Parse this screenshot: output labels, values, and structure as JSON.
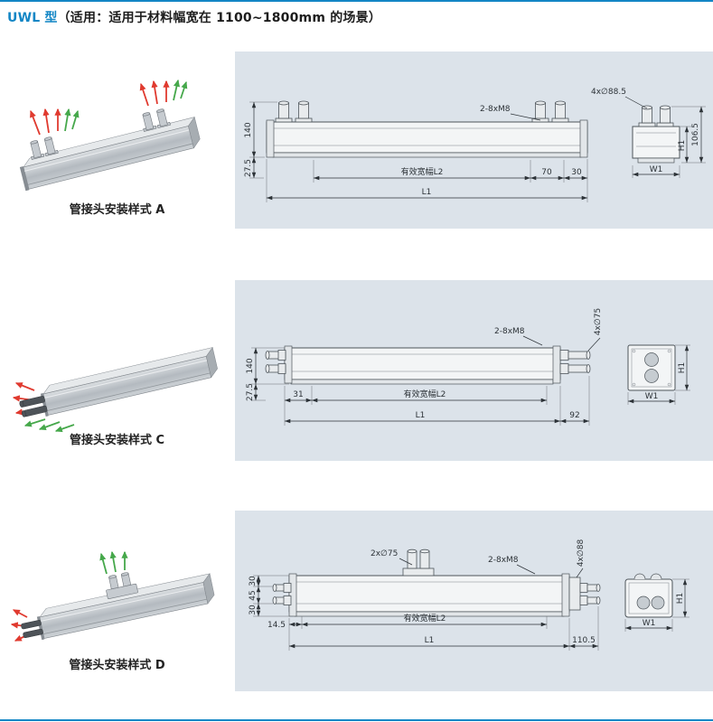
{
  "page": {
    "title_model": "UWL 型",
    "title_desc": "（适用：适用于材料幅宽在 1100~1800mm 的场景）",
    "colors": {
      "accent_blue": "#1386c5",
      "panel_background": "#dce3ea",
      "airflow_out_red": "#e03a2f",
      "airflow_in_green": "#46a84b"
    }
  },
  "rows": [
    {
      "id": "A",
      "caption": "管接头安装样式 A",
      "front": {
        "thread_label": "2-8xM8",
        "dim_height": "140",
        "dim_flange": "27.5",
        "dim_effective": "有效宽幅L2",
        "dim_end1": "70",
        "dim_end2": "30",
        "dim_total": "L1"
      },
      "side": {
        "hole_label": "4x∅88.5",
        "dim_total_h": "106.5",
        "dim_h1": "H1",
        "dim_w1": "W1"
      }
    },
    {
      "id": "C",
      "caption": "管接头安装样式 C",
      "front": {
        "thread_label": "2-8xM8",
        "hole_label": "4x∅75",
        "dim_height": "140",
        "dim_inset": "31",
        "dim_flange": "27.5",
        "dim_effective": "有效宽幅L2",
        "dim_total": "L1",
        "dim_end": "92"
      },
      "side": {
        "dim_h1": "H1",
        "dim_w1": "W1"
      }
    },
    {
      "id": "D",
      "caption": "管接头安装样式 D",
      "front": {
        "center_label": "2x∅75",
        "thread_label": "2-8xM8",
        "hole_label": "4x∅88",
        "dim_top": "30",
        "dim_mid": "45",
        "dim_low": "30",
        "dim_inset": "14.5",
        "dim_effective": "有效宽幅L2",
        "dim_total": "L1",
        "dim_end": "110.5"
      },
      "side": {
        "dim_h1": "H1",
        "dim_w1": "W1"
      }
    }
  ]
}
